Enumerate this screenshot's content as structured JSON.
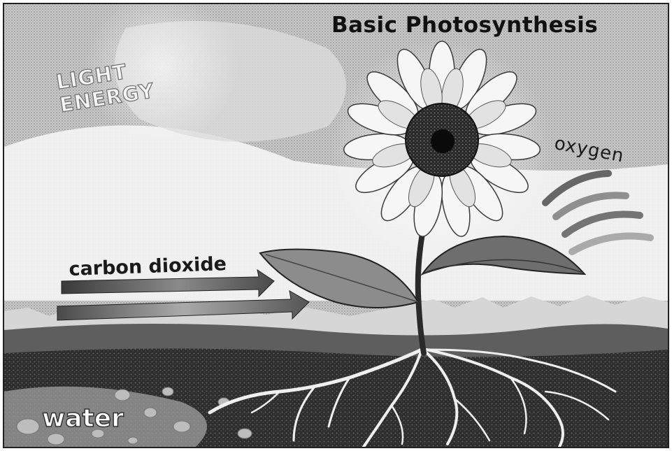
{
  "diagram": {
    "title": "Basic Photosynthesis",
    "labels": {
      "light_energy_line1": "LIGHT",
      "light_energy_line2": "ENERGY",
      "oxygen": "oxygen",
      "carbon_dioxide": "carbon dioxide",
      "water": "water"
    },
    "colors": {
      "soil": "#2e2e2e",
      "ground_band": "#5a5a5a",
      "sky": "#e6e6e6",
      "flower_center": "#222222",
      "petals": "#f4f4f4",
      "leaf": "#8a8a8a",
      "roots": "#eeeeee"
    }
  }
}
